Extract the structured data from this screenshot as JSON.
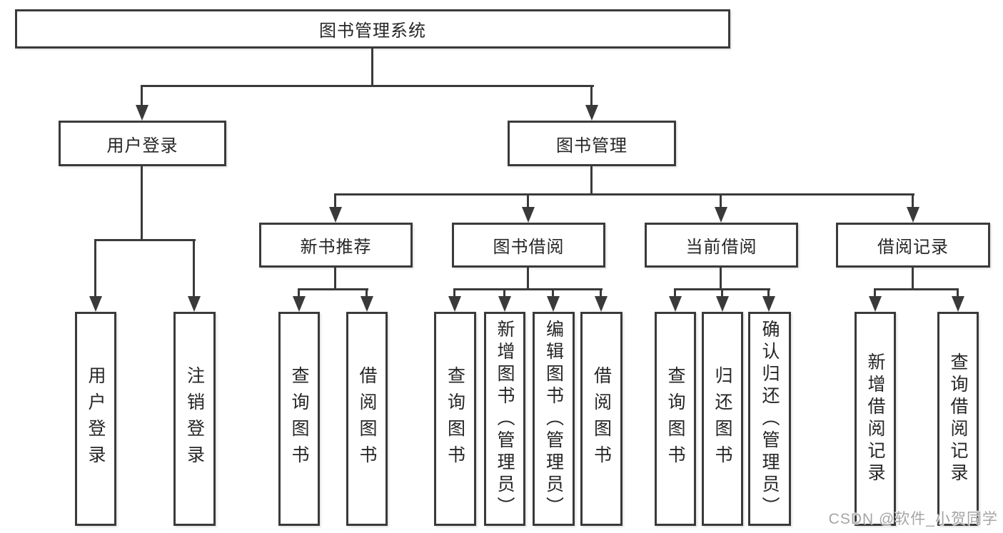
{
  "diagram": {
    "type": "hierarchy-tree",
    "orientation": "top-down"
  },
  "root": {
    "label": "图书管理系统"
  },
  "level2": [
    {
      "id": "user-login",
      "label": "用户登录"
    },
    {
      "id": "book-management",
      "label": "图书管理"
    }
  ],
  "level3": [
    {
      "id": "new-book-recommend",
      "label": "新书推荐",
      "parent": "图书管理"
    },
    {
      "id": "book-borrowing",
      "label": "图书借阅",
      "parent": "图书管理"
    },
    {
      "id": "current-borrowing",
      "label": "当前借阅",
      "parent": "图书管理"
    },
    {
      "id": "borrowing-records",
      "label": "借阅记录",
      "parent": "图书管理"
    }
  ],
  "leaves": [
    {
      "label": "用户登录",
      "parent": "用户登录"
    },
    {
      "label": "注销登录",
      "parent": "用户登录"
    },
    {
      "label": "查询图书",
      "parent": "新书推荐"
    },
    {
      "label": "借阅图书",
      "parent": "新书推荐"
    },
    {
      "label": "查询图书",
      "parent": "图书借阅"
    },
    {
      "label": "新增图书（管理员）",
      "parent": "图书借阅"
    },
    {
      "label": "编辑图书（管理员）",
      "parent": "图书借阅"
    },
    {
      "label": "借阅图书",
      "parent": "图书借阅"
    },
    {
      "label": "查询图书",
      "parent": "当前借阅"
    },
    {
      "label": "归还图书",
      "parent": "当前借阅"
    },
    {
      "label": "确认归还（管理员）",
      "parent": "当前借阅"
    },
    {
      "label": "新增借阅记录",
      "parent": "借阅记录"
    },
    {
      "label": "查询借阅记录",
      "parent": "借阅记录"
    }
  ],
  "watermark": "CSDN @软件_小贺同学",
  "colors": {
    "line": "#3a3a3a",
    "text": "#262626",
    "box_background": "#ffffff",
    "page_background": "#ffffff",
    "watermark": "#a5a5a5"
  }
}
